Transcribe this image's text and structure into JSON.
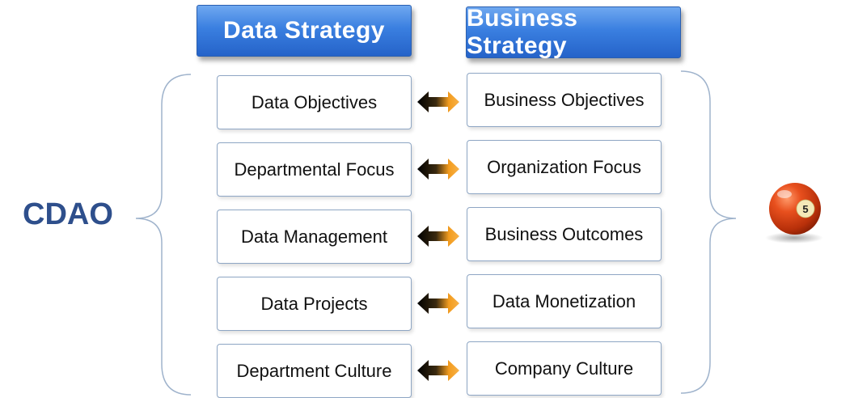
{
  "headers": {
    "left": "Data Strategy",
    "right": "Business Strategy"
  },
  "side_label": "CDAO",
  "rows": [
    {
      "left": "Data Objectives",
      "right": "Business Objectives"
    },
    {
      "left": "Departmental Focus",
      "right": "Organization Focus"
    },
    {
      "left": "Data Management",
      "right": "Business Outcomes"
    },
    {
      "left": "Data Projects",
      "right": "Data Monetization"
    },
    {
      "left": "Department Culture",
      "right": "Company Culture"
    }
  ],
  "ball": {
    "number": "5",
    "icon": "billiard-ball-icon"
  },
  "colors": {
    "header_blue": "#3a7fe0",
    "cdao_text": "#2e4f8c",
    "arrow_orange": "#f39c1e",
    "arrow_black": "#000000",
    "ball_red": "#d83a10"
  }
}
